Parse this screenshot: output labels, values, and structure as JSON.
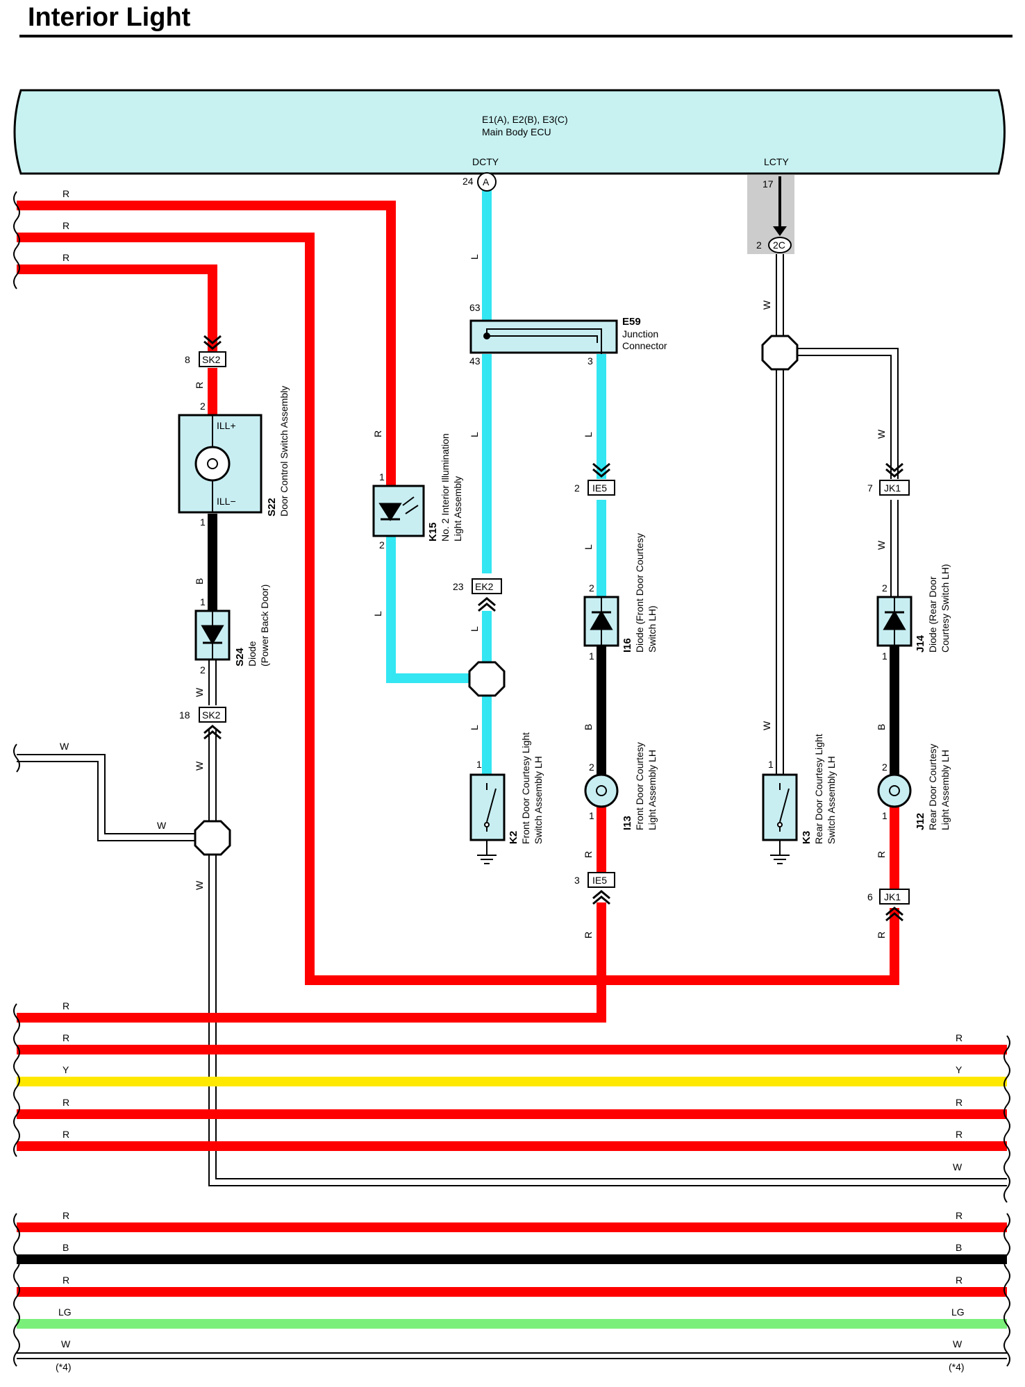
{
  "page": {
    "title": "Interior Light"
  },
  "ecu": {
    "code": "E1(A), E2(B), E3(C)",
    "name": "Main Body ECU",
    "terminal_dcty": "DCTY",
    "terminal_lcty": "LCTY"
  },
  "colors": {
    "R": "#ff0000",
    "L": "#33e6f2",
    "B": "#000000",
    "W": "#ffffff",
    "Y": "#ffe800",
    "LG": "#7af07a",
    "component": "#c8eef2",
    "ecu": "#c8f2f2"
  },
  "wire_labels": {
    "R": "R",
    "L": "L",
    "B": "B",
    "W": "W",
    "Y": "Y",
    "LG": "LG"
  },
  "pins": {
    "p1": "1",
    "p2": "2",
    "p3": "3",
    "p6": "6",
    "p7": "7",
    "p8": "8",
    "p17": "17",
    "p18": "18",
    "p23": "23",
    "p24": "24",
    "p43": "43",
    "p63": "63"
  },
  "connectors": {
    "A": "A",
    "C2": "2C",
    "SK2": "SK2",
    "EK2": "EK2",
    "IE5": "IE5",
    "JK1": "JK1"
  },
  "components": {
    "E59": {
      "code": "E59",
      "name1": "Junction",
      "name2": "Connector"
    },
    "S22": {
      "code": "S22",
      "name": "Door Control Switch Assembly",
      "ill_plus": "ILL+",
      "ill_minus": "ILL−"
    },
    "S24": {
      "code": "S24",
      "name1": "Diode",
      "name2": "(Power Back Door)"
    },
    "K15": {
      "code": "K15",
      "name1": "No. 2 Interior Illumination",
      "name2": "Light Assembly"
    },
    "K2": {
      "code": "K2",
      "name1": "Front Door Courtesy Light",
      "name2": "Switch Assembly LH"
    },
    "I16": {
      "code": "I16",
      "name1": "Diode (Front Door Courtesy",
      "name2": "Switch LH)"
    },
    "I13": {
      "code": "I13",
      "name1": "Front Door Courtesy",
      "name2": "Light Assembly LH"
    },
    "K3": {
      "code": "K3",
      "name1": "Rear Door Courtesy Light",
      "name2": "Switch Assembly LH"
    },
    "J14": {
      "code": "J14",
      "name1": "Diode (Rear Door",
      "name2": "Courtesy Switch LH)"
    },
    "J12": {
      "code": "J12",
      "name1": "Rear Door Courtesy",
      "name2": "Light Assembly LH"
    }
  },
  "footnotes": {
    "left": "(*4)",
    "right": "(*4)"
  }
}
